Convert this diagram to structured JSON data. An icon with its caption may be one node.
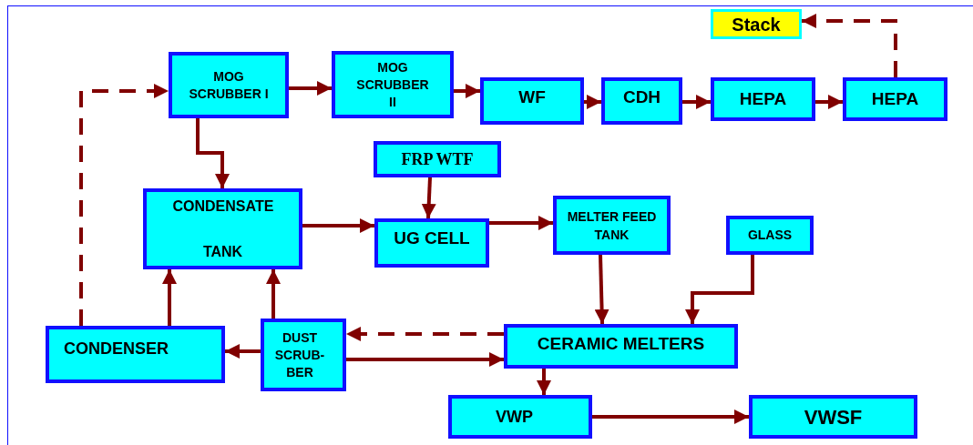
{
  "diagram": {
    "nodes": [
      {
        "text": [
          "Stack"
        ]
      },
      {
        "text": [
          "MOG SCRUBBER I"
        ]
      },
      {
        "text": [
          "MOG SCRUBBER II"
        ]
      },
      {
        "text": [
          "WF"
        ]
      },
      {
        "text": [
          "CDH"
        ]
      },
      {
        "text": [
          "HEPA"
        ]
      },
      {
        "text": [
          "HEPA"
        ]
      },
      {
        "text": [
          "FRP WTF"
        ]
      },
      {
        "text": [
          "CONDENSATE TANK"
        ]
      },
      {
        "text": [
          "UG CELL"
        ]
      },
      {
        "text": [
          "MELTER FEED TANK"
        ]
      },
      {
        "text": [
          "GLASS"
        ]
      },
      {
        "text": [
          "CONDENSER"
        ]
      },
      {
        "text": [
          "DUST SCRUB- BER"
        ]
      },
      {
        "text": [
          "CERAMIC MELTERS"
        ]
      },
      {
        "text": [
          "VWP"
        ]
      },
      {
        "text": [
          "VWSF"
        ]
      }
    ],
    "edges": [
      {
        "from": 1,
        "to": 2,
        "arrow": "to"
      },
      {
        "from": 2,
        "to": 3,
        "arrow": "to"
      },
      {
        "from": 3,
        "to": 4,
        "arrow": "to"
      },
      {
        "from": 4,
        "to": 5,
        "arrow": "to"
      },
      {
        "from": 5,
        "to": 6,
        "arrow": "to"
      },
      {
        "from": 6,
        "to": 0,
        "arrow": "to",
        "style": "dashed"
      },
      {
        "from": 12,
        "to": 1,
        "arrow": "to",
        "style": "dashed"
      },
      {
        "from": 1,
        "to": 8,
        "arrow": "to"
      },
      {
        "from": 7,
        "to": 9,
        "arrow": "to"
      },
      {
        "from": 8,
        "to": 9,
        "arrow": "to"
      },
      {
        "from": 9,
        "to": 10,
        "arrow": "to"
      },
      {
        "from": 10,
        "to": 14,
        "arrow": "to"
      },
      {
        "from": 11,
        "to": 14,
        "arrow": "to"
      },
      {
        "from": 12,
        "to": 8,
        "arrow": "to"
      },
      {
        "from": 13,
        "to": 8,
        "arrow": "to"
      },
      {
        "from": 13,
        "to": 12,
        "arrow": "to"
      },
      {
        "from": 13,
        "to": 14,
        "arrow": "to"
      },
      {
        "from": 14,
        "to": 13,
        "arrow": "to",
        "style": "dashed"
      },
      {
        "from": 14,
        "to": 15,
        "arrow": "to"
      },
      {
        "from": 15,
        "to": 16,
        "arrow": "to"
      }
    ]
  }
}
